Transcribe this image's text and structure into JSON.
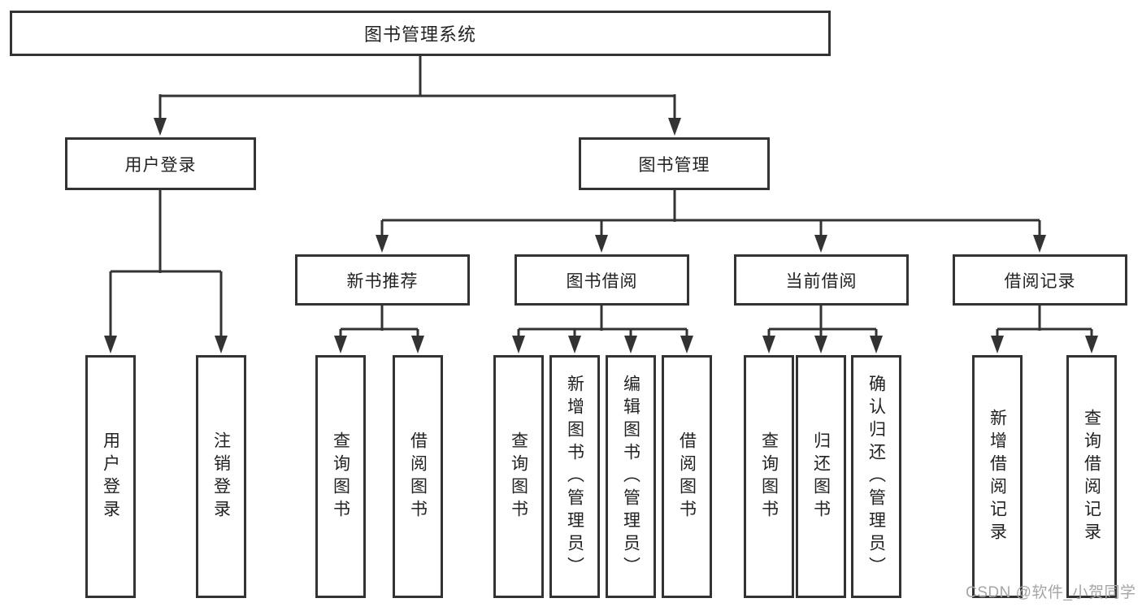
{
  "diagram": {
    "root": {
      "label": "图书管理系统"
    },
    "branches": [
      {
        "label": "用户登录",
        "leaves": [
          "用户登录",
          "注销登录"
        ]
      },
      {
        "label": "图书管理",
        "children": [
          {
            "label": "新书推荐",
            "leaves": [
              "查询图书",
              "借阅图书"
            ]
          },
          {
            "label": "图书借阅",
            "leaves": [
              "查询图书",
              "新增图书（管理员）",
              "编辑图书（管理员）",
              "借阅图书"
            ]
          },
          {
            "label": "当前借阅",
            "leaves": [
              "查询图书",
              "归还图书",
              "确认归还（管理员）"
            ]
          },
          {
            "label": "借阅记录",
            "leaves": [
              "新增借阅记录",
              "查询借阅记录"
            ]
          }
        ]
      }
    ]
  },
  "colors": {
    "line": "#333333",
    "box_border": "#333333",
    "text": "#222222",
    "background": "#ffffff",
    "watermark": "#a5a5a5"
  },
  "watermark": {
    "text": "CSDN @软件_小贺同学"
  }
}
